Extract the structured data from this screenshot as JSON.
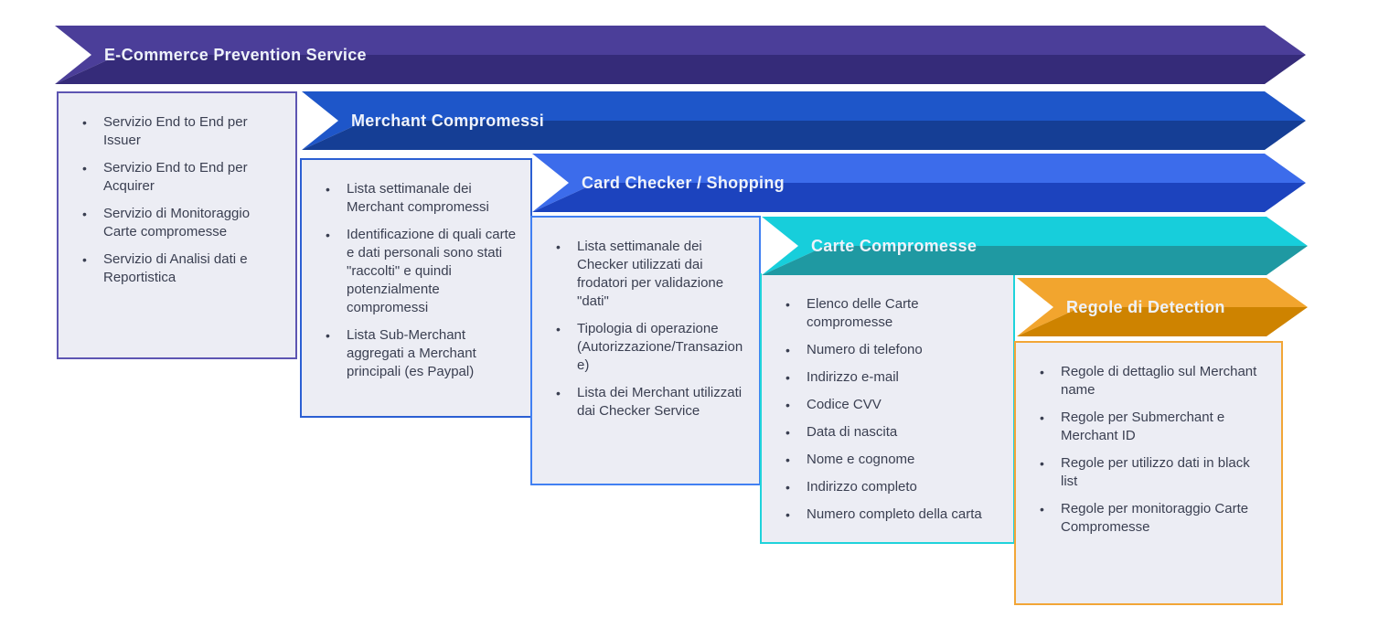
{
  "diagram": {
    "box_background": "#ECEDF4",
    "text_color": "#3A3F51",
    "banner_text_color": "#EEF2FA",
    "levels": [
      {
        "title": "E-Commerce Prevention Service",
        "color_top": "#4B3E99",
        "color_bottom": "#352B79",
        "box_border": "#5D55B2",
        "items": [
          "Servizio End to End per Issuer",
          "Servizio End to End per Acquirer",
          "Servizio di Monitoraggio Carte compromesse",
          "Servizio di Analisi dati e Reportistica"
        ]
      },
      {
        "title": "Merchant Compromessi",
        "color_top": "#1E56C9",
        "color_bottom": "#153E95",
        "box_border": "#2B5FD3",
        "items": [
          "Lista settimanale dei Merchant compromessi",
          "Identificazione di quali carte e dati personali sono stati \"raccolti\" e quindi potenzialmente compromessi",
          "Lista Sub-Merchant aggregati a Merchant principali (es Paypal)"
        ]
      },
      {
        "title": "Card Checker / Shopping",
        "color_top": "#3C6CEB",
        "color_bottom": "#1C43BE",
        "box_border": "#4180F2",
        "items": [
          "Lista settimanale dei Checker utilizzati dai frodatori per validazione \"dati\"",
          "Tipologia di operazione (Autorizzazione/Transazione)",
          "Lista dei Merchant utilizzati dai Checker Service"
        ]
      },
      {
        "title": "Carte Compromesse",
        "color_top": "#17CEDB",
        "color_bottom": "#1F99A2",
        "box_border": "#1FD3DB",
        "items": [
          "Elenco delle Carte compromesse",
          "Numero di telefono",
          "Indirizzo e-mail",
          "Codice CVV",
          "Data di nascita",
          "Nome e cognome",
          "Indirizzo completo",
          "Numero completo della carta"
        ]
      },
      {
        "title": "Regole di Detection",
        "color_top": "#F2A52E",
        "color_bottom": "#CE8300",
        "box_border": "#F2A637",
        "items": [
          "Regole di dettaglio sul Merchant name",
          "Regole per Submerchant e Merchant ID",
          "Regole per utilizzo dati in black list",
          "Regole per monitoraggio Carte Compromesse"
        ]
      }
    ]
  }
}
